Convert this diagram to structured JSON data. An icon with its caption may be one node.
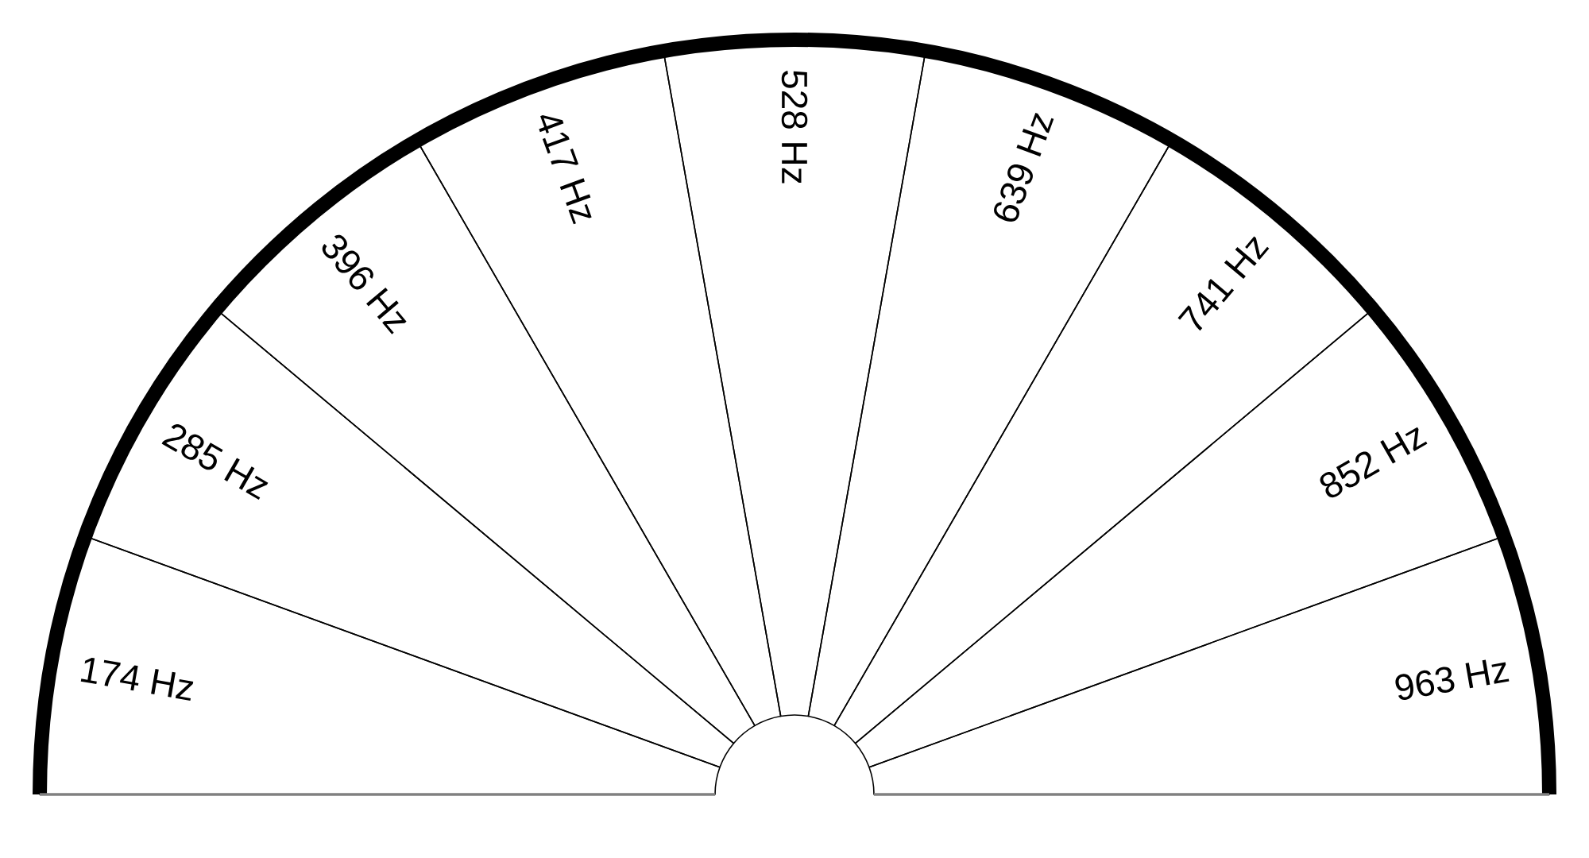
{
  "diagram": {
    "nodes": [
      {
        "text": [
          "174 Hz"
        ]
      },
      {
        "text": [
          "285 Hz"
        ]
      },
      {
        "text": [
          "396 Hz"
        ]
      },
      {
        "text": [
          "417 Hz"
        ]
      },
      {
        "text": [
          "528 Hz"
        ]
      },
      {
        "text": [
          "639 Hz"
        ]
      },
      {
        "text": [
          "741 Hz"
        ]
      },
      {
        "text": [
          "852 Hz"
        ]
      },
      {
        "text": [
          "963 Hz"
        ]
      }
    ]
  }
}
